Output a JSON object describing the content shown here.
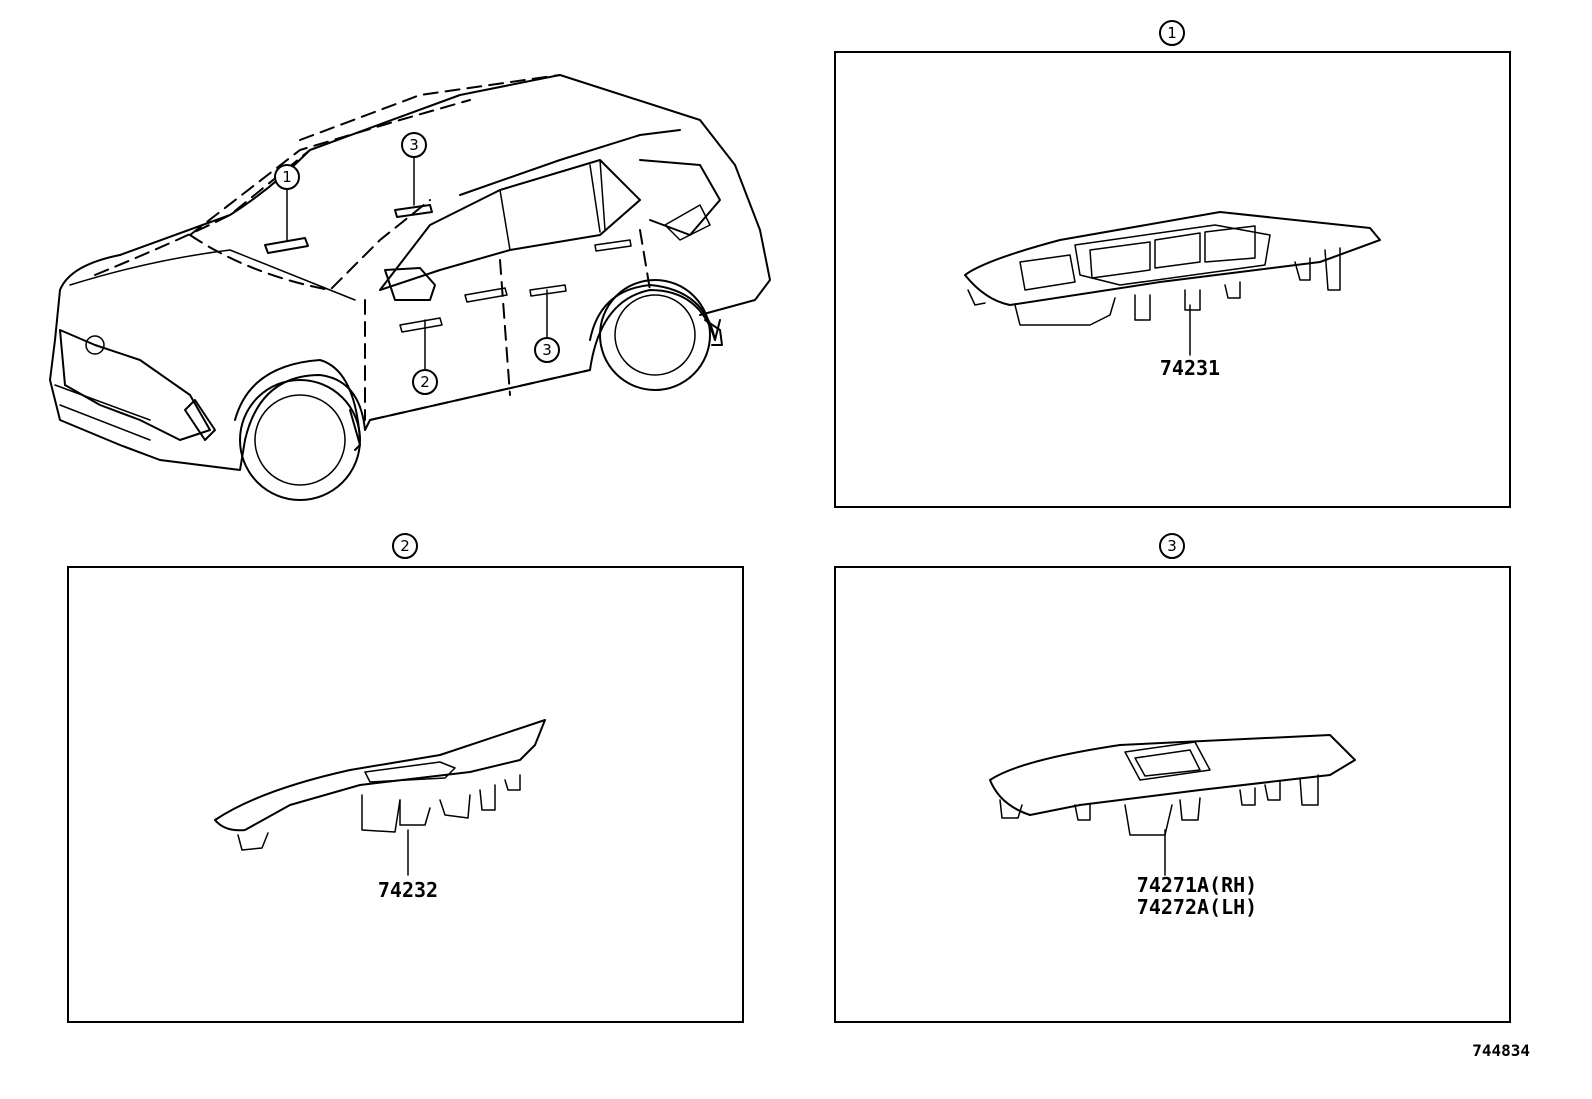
{
  "callouts": {
    "one": "1",
    "two": "2",
    "three": "3"
  },
  "panels": {
    "p1": {
      "callout": "1",
      "part_numbers": [
        "74231"
      ]
    },
    "p2": {
      "callout": "2",
      "part_numbers": [
        "74232"
      ]
    },
    "p3": {
      "callout": "3",
      "part_numbers": [
        "74271A(RH)",
        "74272A(LH)"
      ]
    }
  },
  "illustration_number": "744834"
}
